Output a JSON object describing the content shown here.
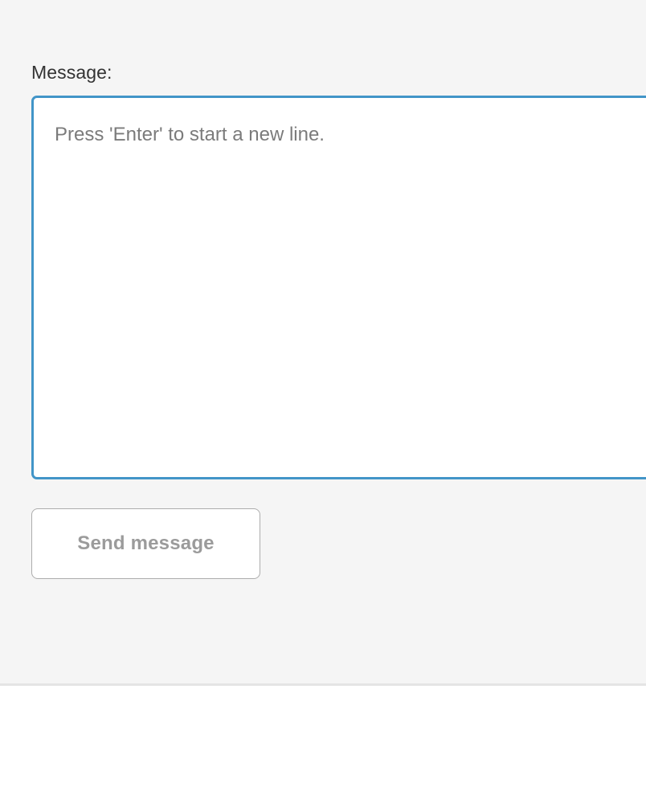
{
  "panel": {
    "background_color": "#f5f5f5",
    "divider_color": "#e4e4e4"
  },
  "form": {
    "label": "Message:",
    "textarea": {
      "value": "",
      "placeholder": "Press 'Enter' to start a new line.",
      "border_color": "#4295c8",
      "background_color": "#ffffff",
      "text_color": "#7b7b7b"
    },
    "send_button": {
      "label": "Send message",
      "border_color": "#adadad",
      "text_color": "#9b9b9b",
      "background_color": "#ffffff"
    }
  }
}
